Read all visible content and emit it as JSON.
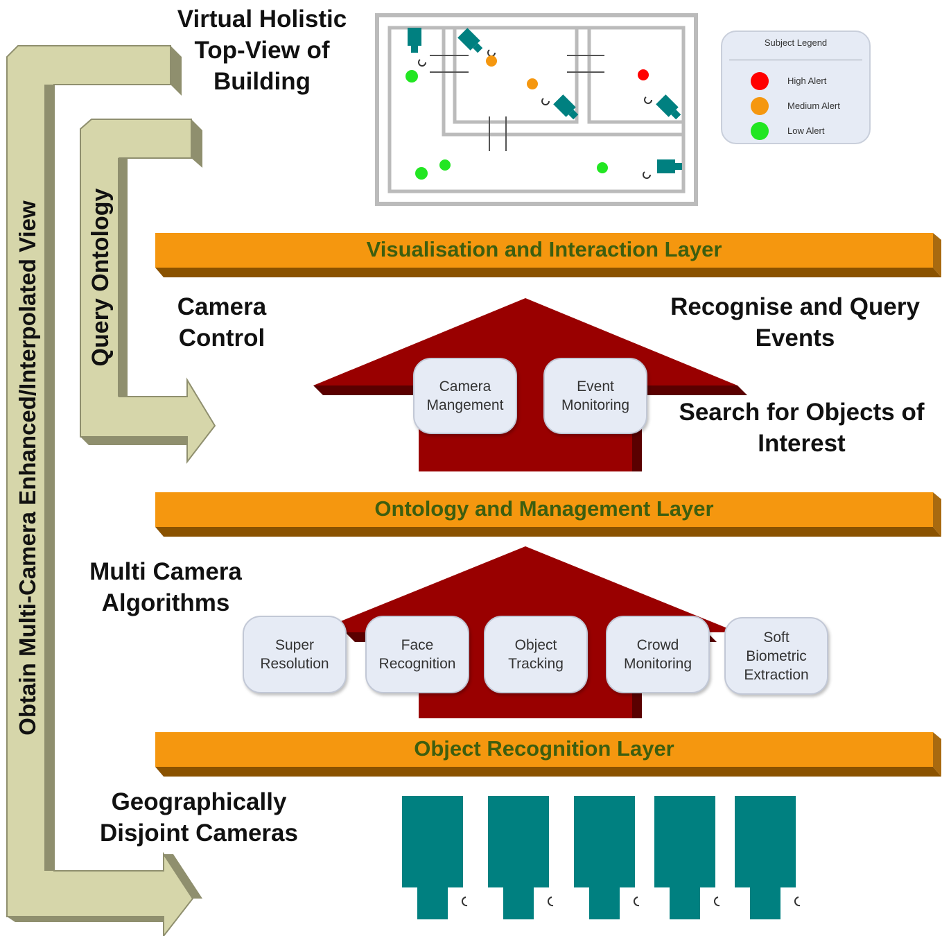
{
  "title": "Virtual Holistic Top-View of Building",
  "title_lines": [
    "Virtual Holistic",
    "Top-View of",
    "Building"
  ],
  "legend": {
    "title": "Subject Legend",
    "items": [
      {
        "label": "High Alert",
        "color": "#ff0000"
      },
      {
        "label": "Medium Alert",
        "color": "#f5970f"
      },
      {
        "label": "Low Alert",
        "color": "#22e622"
      }
    ]
  },
  "side_arrows": {
    "outer": "Obtain Multi-Camera Enhanced/Interpolated View",
    "inner": "Query Ontology"
  },
  "layers": {
    "visualisation": "Visualisation and Interaction Layer",
    "ontology": "Ontology and Management Layer",
    "recognition": "Object Recognition Layer"
  },
  "labels": {
    "camera_control": [
      "Camera",
      "Control"
    ],
    "recognise_query": [
      "Recognise and Query",
      "Events"
    ],
    "search_objects": [
      "Search for Objects of",
      "Interest"
    ],
    "multi_camera": [
      "Multi Camera",
      "Algorithms"
    ],
    "geo_cameras": [
      "Geographically",
      "Disjoint Cameras"
    ]
  },
  "upper_modules": [
    {
      "lines": [
        "Camera",
        "Mangement"
      ]
    },
    {
      "lines": [
        "Event",
        "Monitoring"
      ]
    }
  ],
  "lower_modules": [
    {
      "lines": [
        "Super",
        "Resolution"
      ]
    },
    {
      "lines": [
        "Face",
        "Recognition"
      ]
    },
    {
      "lines": [
        "Object",
        "Tracking"
      ]
    },
    {
      "lines": [
        "Crowd",
        "Monitoring"
      ]
    },
    {
      "lines": [
        "Soft",
        "Biometric",
        "Extraction"
      ]
    }
  ],
  "colors": {
    "layer_bar": "#f5970f",
    "layer_text": "#3d5e0f",
    "house": "#990000",
    "camera": "#008080",
    "arrow": "#d6d6aa",
    "wall": "#bbbbbb"
  }
}
